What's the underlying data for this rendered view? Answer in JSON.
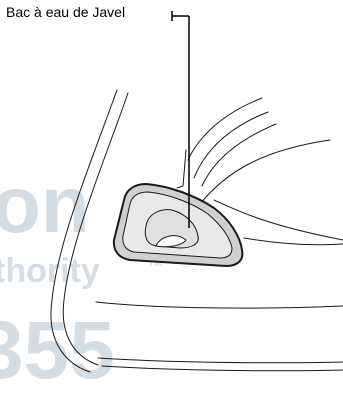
{
  "callout": {
    "label": "Bac à eau de Javel"
  },
  "watermark": {
    "line1": "on",
    "line2": "thority",
    "line2_mark": "TM",
    "line3": "355",
    "color": "#d5dde4"
  },
  "colors": {
    "stroke": "#1a1a1a",
    "tray_fill": "#d0d0d0",
    "tray_inner": "#e9e9e9"
  }
}
